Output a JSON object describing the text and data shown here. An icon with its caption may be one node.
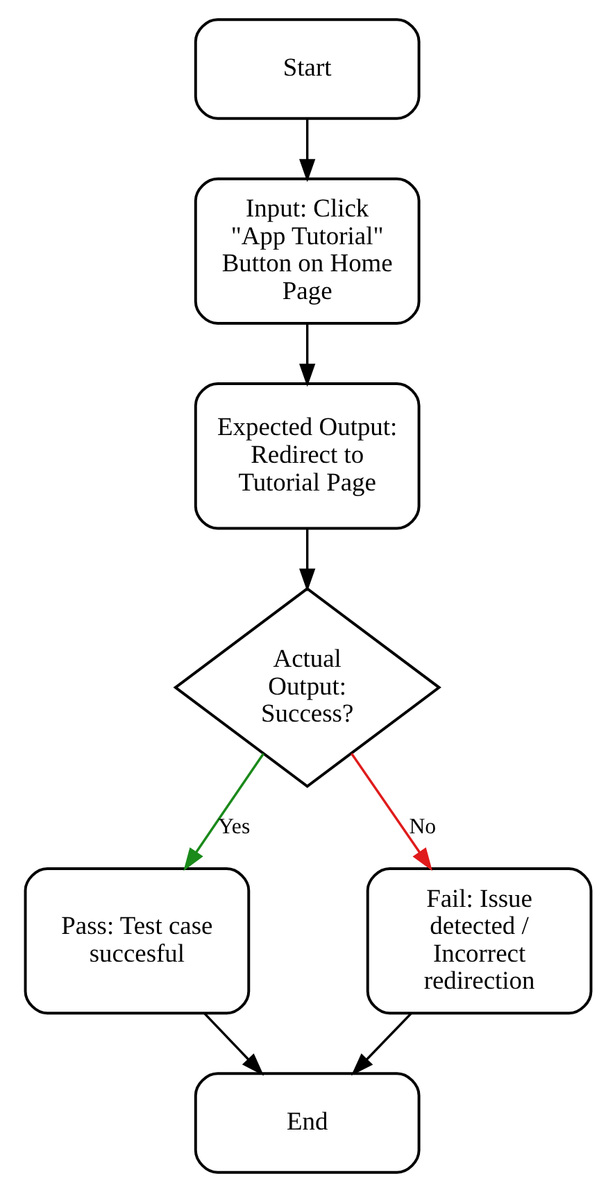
{
  "diagram": {
    "nodes": [
      {
        "text": [
          "Start"
        ]
      },
      {
        "text": [
          "Input: Click \"App Tutorial\" Button on Home Page"
        ]
      },
      {
        "text": [
          "Expected Output: Redirect to Tutorial Page"
        ]
      },
      {
        "text": [
          "Actual Output: Success?"
        ]
      },
      {
        "text": [
          "Pass: Test case succesful"
        ]
      },
      {
        "text": [
          "Fail: Issue detected / Incorrect redirection"
        ]
      },
      {
        "text": [
          "End"
        ]
      }
    ],
    "edges": [
      {
        "from": 0,
        "to": 1,
        "arrow": "to"
      },
      {
        "from": 1,
        "to": 2,
        "arrow": "to"
      },
      {
        "from": 2,
        "to": 3,
        "arrow": "to"
      },
      {
        "from": 3,
        "to": 4,
        "arrow": "to",
        "label": "Yes",
        "color": "#1a8a1a"
      },
      {
        "from": 3,
        "to": 5,
        "arrow": "to",
        "label": "No",
        "color": "#e01b1b"
      },
      {
        "from": 4,
        "to": 6,
        "arrow": "to"
      },
      {
        "from": 5,
        "to": 6,
        "arrow": "to"
      }
    ]
  }
}
